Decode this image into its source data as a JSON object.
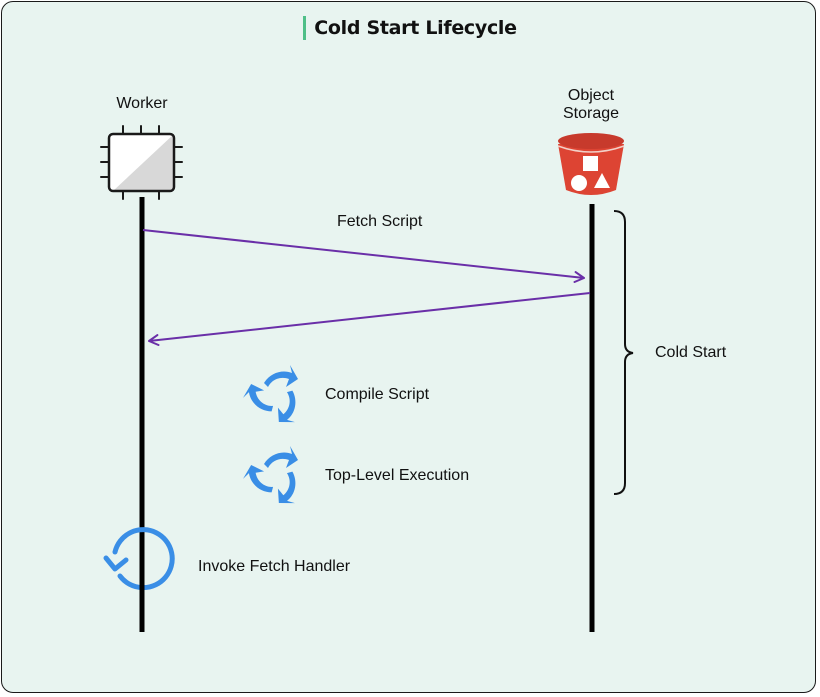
{
  "title": "Cold Start Lifecycle",
  "actors": [
    {
      "id": "worker",
      "label": "Worker",
      "icon": "cpu-chip-icon"
    },
    {
      "id": "storage",
      "label_line1": "Object",
      "label_line2": "Storage",
      "icon": "storage-bucket-icon"
    }
  ],
  "messages": [
    {
      "label": "Fetch Script",
      "from": "worker",
      "to": "storage"
    },
    {
      "label": "",
      "from": "storage",
      "to": "worker"
    }
  ],
  "steps": [
    {
      "label": "Compile Script",
      "icon": "cycle-arrows-icon"
    },
    {
      "label": "Top-Level Execution",
      "icon": "cycle-arrows-icon"
    },
    {
      "label": "Invoke Fetch Handler",
      "icon": "rotate-ccw-icon"
    }
  ],
  "brace": {
    "label": "Cold Start"
  },
  "colors": {
    "background": "#e8f4f0",
    "accent": "#4fbf88",
    "arrow": "#6a2fa8",
    "icon_blue": "#3a8ee6",
    "bucket_red": "#dd4433"
  }
}
